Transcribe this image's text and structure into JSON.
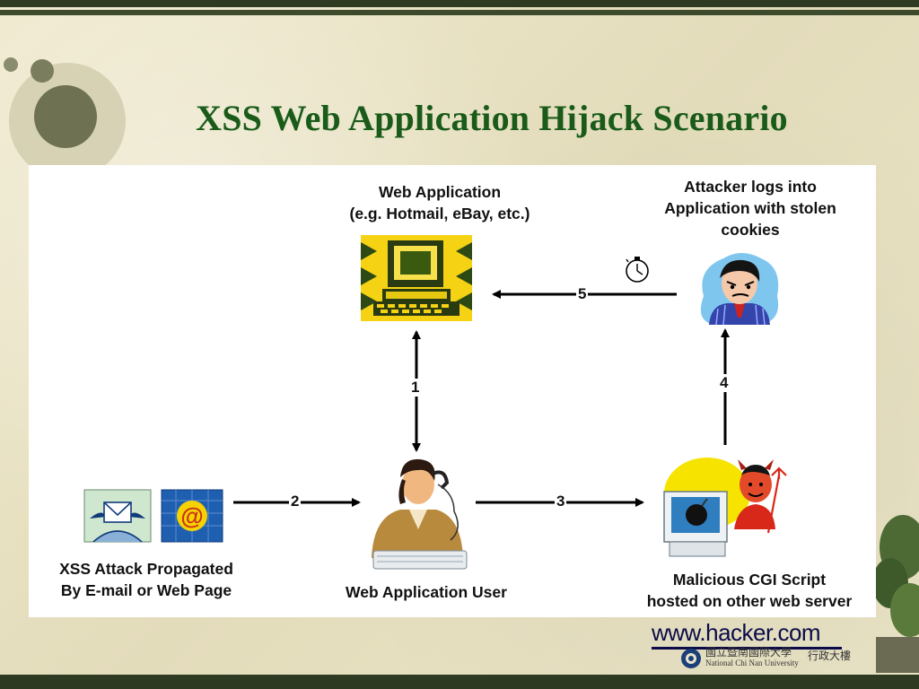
{
  "slide": {
    "title": "XSS Web Application Hijack Scenario"
  },
  "diagram": {
    "web_app": {
      "line1": "Web Application",
      "line2": "(e.g. Hotmail, eBay, etc.)"
    },
    "attacker": {
      "line1": "Attacker logs into",
      "line2": "Application with stolen",
      "line3": "cookies"
    },
    "propagation": {
      "line1": "XSS Attack Propagated",
      "line2": "By E-mail or Web Page"
    },
    "user": {
      "label": "Web Application User"
    },
    "malicious": {
      "line1": "Malicious CGI Script",
      "line2": "hosted on other web server"
    },
    "steps": {
      "s1": "1",
      "s2": "2",
      "s3": "3",
      "s4": "4",
      "s5": "5"
    }
  },
  "footer": {
    "url": "www.hacker.com",
    "university_cn": "國立暨南國際大學",
    "university_en": "National Chi Nan University",
    "building_cn": "行政大樓"
  },
  "colors": {
    "title": "#1a5b1a",
    "bars": "#2f3a22",
    "background": "#e9e3c4"
  }
}
